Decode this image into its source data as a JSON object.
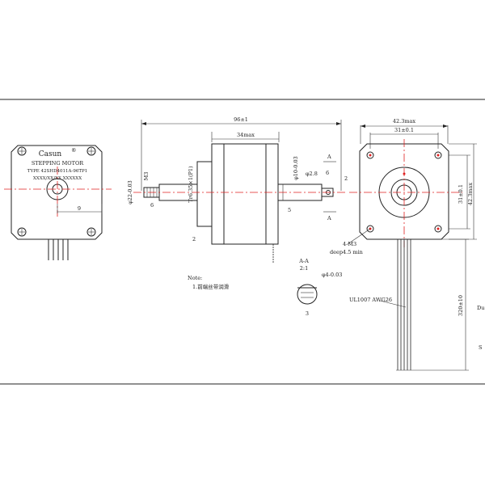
{
  "top_view": {
    "brand": "Casun",
    "reg_mark": "®",
    "product": "STEPPING MOTOR",
    "type_label": "TYPE 42SHD4011A-96TP1",
    "serial_code": "XXXX/XX/XX   XXXXXX",
    "dim_9": "9"
  },
  "side_view": {
    "overall_length": "96±1",
    "body_length": "34max",
    "thread": "Tr6.35×1(P1)",
    "m3": "M3",
    "shaft_dia": "φ22-0.03",
    "dim_6_left": "6",
    "shaft_end_dia": "φ10-0.03",
    "end_dia": "φ2.8",
    "dim_6_right": "6",
    "dim_2_right": "2",
    "dim_5": "5",
    "dim_2_bottom": "2",
    "section_a_top": "A",
    "section_a_bottom": "A"
  },
  "section_aa": {
    "title": "A-A",
    "scale": "2:1",
    "dia": "φ4-0.03",
    "width": "3"
  },
  "note": {
    "title": "Note:",
    "item_1": "1.前端丝带润滑"
  },
  "front_view": {
    "width_max": "42.3max",
    "hole_spacing_top": "31±0.1",
    "hole_spacing_side": "31±0.1",
    "height_max": "42.3max",
    "mount": "4-M3",
    "depth": "deep4.5 min",
    "wire": "UL1007 AWG26",
    "lead_length": "320±10",
    "edge_fragment_1": "Du",
    "edge_fragment_2": "S"
  },
  "colors": {
    "centerline": "#e02020",
    "line": "#222222"
  }
}
